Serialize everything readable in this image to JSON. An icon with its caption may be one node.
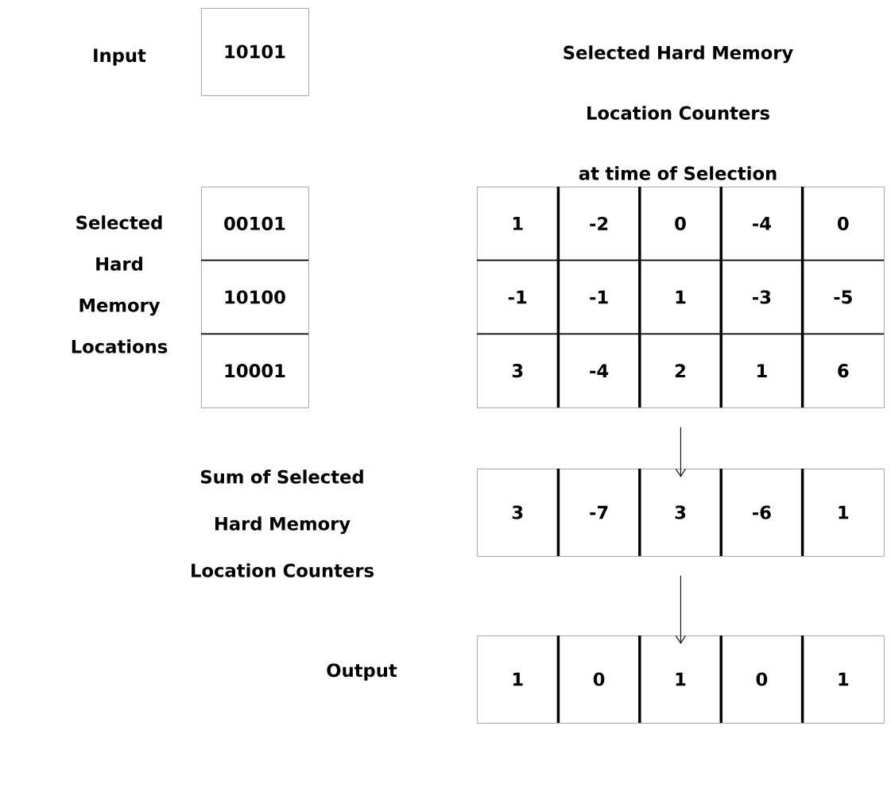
{
  "diagram": {
    "nodes": [
      {
        "text": [
          "Input",
          "10101"
        ]
      },
      {
        "text": [
          "Selected Hard Memory Locations"
        ]
      },
      {
        "text": [
          "00101"
        ],
        "in": 1
      },
      {
        "text": [
          "10100"
        ],
        "in": 1
      },
      {
        "text": [
          "10001"
        ],
        "in": 1
      },
      {
        "text": [
          "Selected Hard Memory Location Counters at time of Selection"
        ]
      },
      {
        "text": [
          "1"
        ],
        "in": 5
      },
      {
        "text": [
          "-2"
        ],
        "in": 5
      },
      {
        "text": [
          "0"
        ],
        "in": 5
      },
      {
        "text": [
          "-4"
        ],
        "in": 5
      },
      {
        "text": [
          "0"
        ],
        "in": 5
      },
      {
        "text": [
          "-1"
        ],
        "in": 5
      },
      {
        "text": [
          "-1"
        ],
        "in": 5
      },
      {
        "text": [
          "1"
        ],
        "in": 5
      },
      {
        "text": [
          "-3"
        ],
        "in": 5
      },
      {
        "text": [
          "-5"
        ],
        "in": 5
      },
      {
        "text": [
          "3"
        ],
        "in": 5
      },
      {
        "text": [
          "-4"
        ],
        "in": 5
      },
      {
        "text": [
          "2"
        ],
        "in": 5
      },
      {
        "text": [
          "1"
        ],
        "in": 5
      },
      {
        "text": [
          "6"
        ],
        "in": 5
      },
      {
        "text": [],
        "shape": "box"
      },
      {
        "text": [
          "3"
        ],
        "in": 21
      },
      {
        "text": [
          "-7"
        ],
        "in": 21
      },
      {
        "text": [
          "3"
        ],
        "in": 21
      },
      {
        "text": [
          "-6"
        ],
        "in": 21
      },
      {
        "text": [
          "1"
        ],
        "in": 21
      },
      {
        "text": [
          "Output"
        ]
      },
      {
        "text": [
          "1"
        ],
        "in": 27
      },
      {
        "text": [
          "0"
        ],
        "in": 27
      },
      {
        "text": [
          "1"
        ],
        "in": 27
      },
      {
        "text": [
          "0"
        ],
        "in": 27
      },
      {
        "text": [
          "1"
        ],
        "in": 27
      }
    ],
    "edges": [
      {
        "from": 5,
        "to": 21,
        "arrow": "to"
      },
      {
        "from": 21,
        "to": 27,
        "arrow": "to"
      }
    ],
    "labels": [
      "Sum of Selected Hard Memory Location Counters"
    ]
  }
}
